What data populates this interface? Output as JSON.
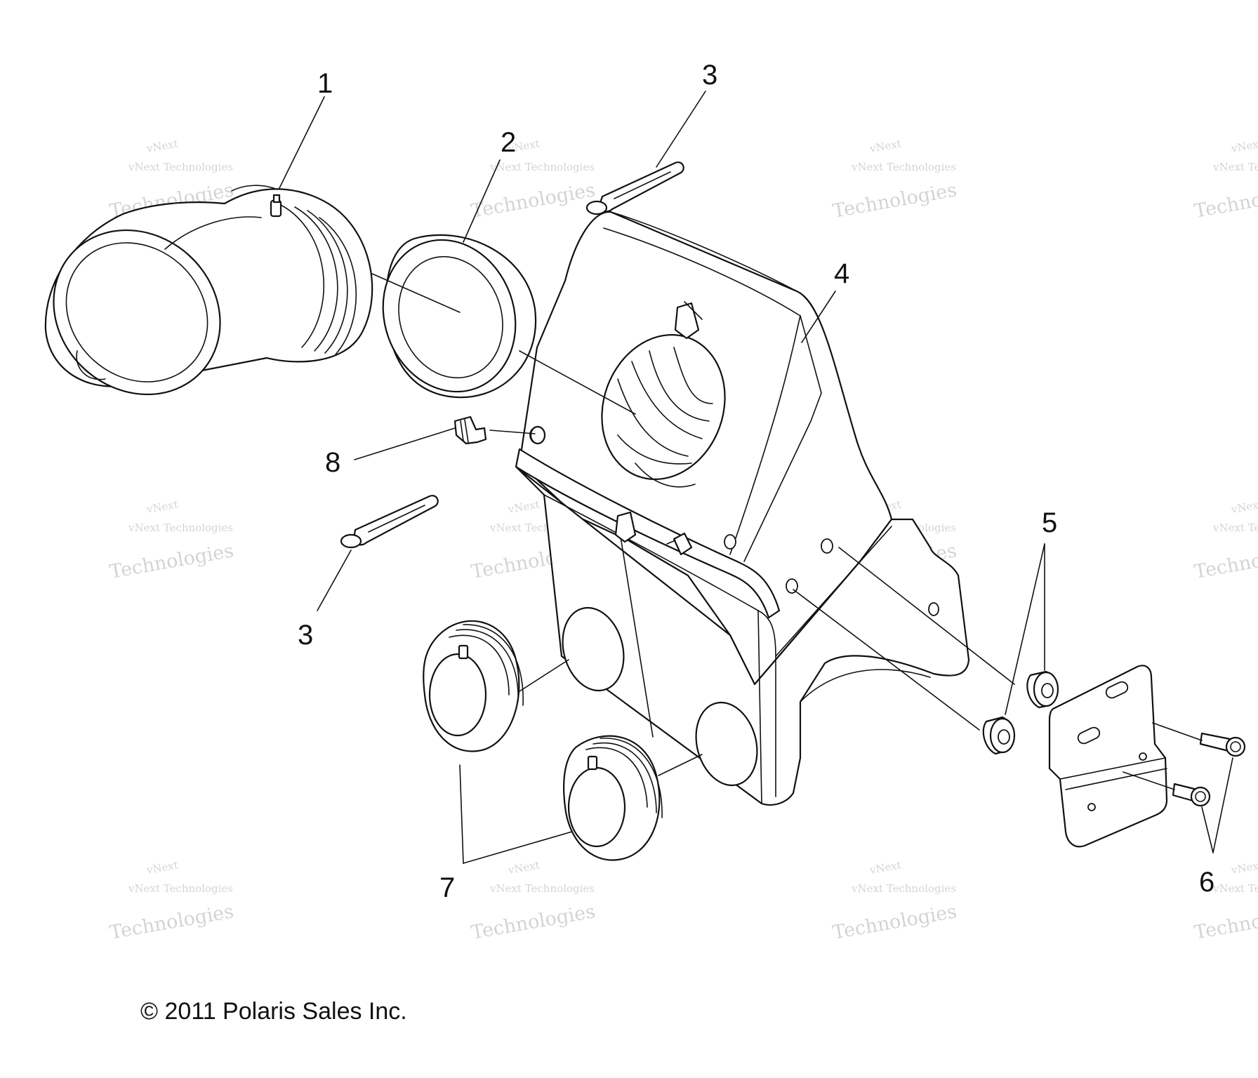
{
  "callouts": [
    {
      "id": "1",
      "text": "1"
    },
    {
      "id": "2",
      "text": "2"
    },
    {
      "id": "3a",
      "text": "3"
    },
    {
      "id": "3b",
      "text": "3"
    },
    {
      "id": "4",
      "text": "4"
    },
    {
      "id": "5",
      "text": "5"
    },
    {
      "id": "6",
      "text": "6"
    },
    {
      "id": "7",
      "text": "7"
    },
    {
      "id": "8",
      "text": "8"
    }
  ],
  "watermark": {
    "line1": "vNext",
    "line2": "vNext Technologies",
    "line3": "Technologies"
  },
  "copyright": "© 2011 Polaris Sales Inc."
}
